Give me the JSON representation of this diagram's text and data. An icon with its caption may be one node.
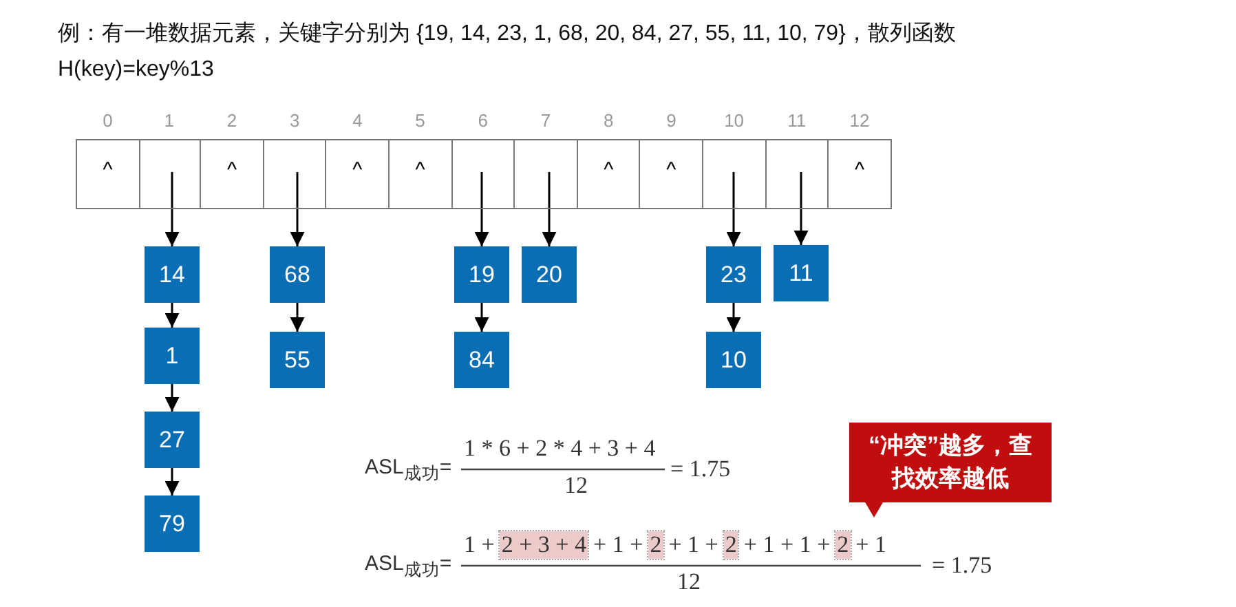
{
  "diagram": {
    "title": "例：有一堆数据元素，关键字分别为 {19, 14, 23, 1, 68, 20, 84, 27, 55, 11, 10, 79}，散列函数 H(key)=key%13",
    "nodes": [
      {
        "text": [
          "^"
        ],
        "beside": [
          "0"
        ]
      },
      {
        "text": [],
        "shape": "box",
        "beside": [
          "1"
        ]
      },
      {
        "text": [
          "^"
        ],
        "beside": [
          "2"
        ]
      },
      {
        "text": [],
        "shape": "box",
        "beside": [
          "3"
        ]
      },
      {
        "text": [
          "^"
        ],
        "beside": [
          "4"
        ]
      },
      {
        "text": [
          "^"
        ],
        "beside": [
          "5"
        ]
      },
      {
        "text": [],
        "shape": "box",
        "beside": [
          "6"
        ]
      },
      {
        "text": [],
        "shape": "box",
        "beside": [
          "7"
        ]
      },
      {
        "text": [
          "^"
        ],
        "beside": [
          "8"
        ]
      },
      {
        "text": [
          "^"
        ],
        "beside": [
          "9"
        ]
      },
      {
        "text": [],
        "shape": "box",
        "beside": [
          "10"
        ]
      },
      {
        "text": [],
        "shape": "box",
        "beside": [
          "11"
        ]
      },
      {
        "text": [
          "^"
        ],
        "beside": [
          "12"
        ]
      },
      {
        "text": [
          "14"
        ]
      },
      {
        "text": [
          "1"
        ]
      },
      {
        "text": [
          "27"
        ]
      },
      {
        "text": [
          "79"
        ]
      },
      {
        "text": [
          "68"
        ]
      },
      {
        "text": [
          "55"
        ]
      },
      {
        "text": [
          "19"
        ]
      },
      {
        "text": [
          "84"
        ]
      },
      {
        "text": [
          "20"
        ]
      },
      {
        "text": [
          "23"
        ]
      },
      {
        "text": [
          "10"
        ]
      },
      {
        "text": [
          "11"
        ]
      },
      {
        "text": [
          "“冲突”越多，查找效率越低"
        ]
      }
    ],
    "edges": [
      {
        "from": 1,
        "to": 13,
        "arrow": "to"
      },
      {
        "from": 13,
        "to": 14,
        "arrow": "to"
      },
      {
        "from": 14,
        "to": 15,
        "arrow": "to"
      },
      {
        "from": 15,
        "to": 16,
        "arrow": "to"
      },
      {
        "from": 3,
        "to": 17,
        "arrow": "to"
      },
      {
        "from": 17,
        "to": 18,
        "arrow": "to"
      },
      {
        "from": 6,
        "to": 19,
        "arrow": "to"
      },
      {
        "from": 19,
        "to": 20,
        "arrow": "to"
      },
      {
        "from": 7,
        "to": 21,
        "arrow": "to"
      },
      {
        "from": 10,
        "to": 22,
        "arrow": "to"
      },
      {
        "from": 22,
        "to": 23,
        "arrow": "to"
      },
      {
        "from": 11,
        "to": 24,
        "arrow": "to"
      }
    ],
    "labels": [
      "ASL$_{成功}$=",
      "1 * 6 + 2 * 4 + 3 + 4",
      "12",
      "= 1.75",
      "ASL$_{成功}$=",
      "1 +",
      "2 + 3 + 4",
      "+ 1 +",
      "2",
      "+ 1 +",
      "2",
      "+ 1 + 1 +",
      "2",
      "+ 1",
      "12",
      "= 1.75"
    ]
  }
}
